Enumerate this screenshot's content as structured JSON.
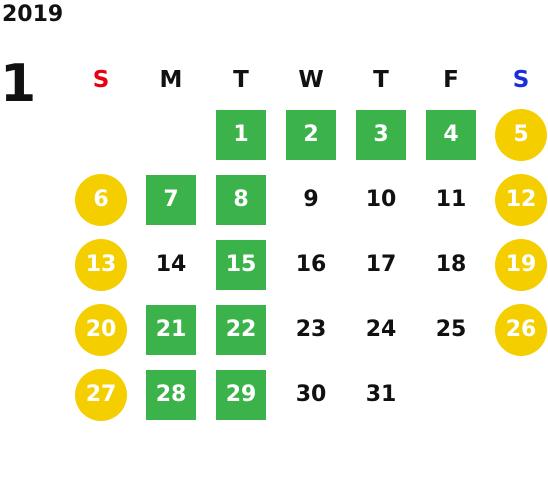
{
  "calendar": {
    "year": "2019",
    "month": "1",
    "weekdays": [
      {
        "label": "S",
        "color": "#e60012"
      },
      {
        "label": "M",
        "color": "#111111"
      },
      {
        "label": "T",
        "color": "#111111"
      },
      {
        "label": "W",
        "color": "#111111"
      },
      {
        "label": "T",
        "color": "#111111"
      },
      {
        "label": "F",
        "color": "#111111"
      },
      {
        "label": "S",
        "color": "#1a2fd8"
      }
    ],
    "weeks": [
      [
        {
          "day": ""
        },
        {
          "day": ""
        },
        {
          "day": "1",
          "style": "green"
        },
        {
          "day": "2",
          "style": "green"
        },
        {
          "day": "3",
          "style": "green"
        },
        {
          "day": "4",
          "style": "green"
        },
        {
          "day": "5",
          "style": "gold"
        }
      ],
      [
        {
          "day": "6",
          "style": "gold"
        },
        {
          "day": "7",
          "style": "green"
        },
        {
          "day": "8",
          "style": "green"
        },
        {
          "day": "9"
        },
        {
          "day": "10"
        },
        {
          "day": "11"
        },
        {
          "day": "12",
          "style": "gold"
        }
      ],
      [
        {
          "day": "13",
          "style": "gold"
        },
        {
          "day": "14"
        },
        {
          "day": "15",
          "style": "green"
        },
        {
          "day": "16"
        },
        {
          "day": "17"
        },
        {
          "day": "18"
        },
        {
          "day": "19",
          "style": "gold"
        }
      ],
      [
        {
          "day": "20",
          "style": "gold"
        },
        {
          "day": "21",
          "style": "green"
        },
        {
          "day": "22",
          "style": "green"
        },
        {
          "day": "23"
        },
        {
          "day": "24"
        },
        {
          "day": "25"
        },
        {
          "day": "26",
          "style": "gold"
        }
      ],
      [
        {
          "day": "27",
          "style": "gold"
        },
        {
          "day": "28",
          "style": "green"
        },
        {
          "day": "29",
          "style": "green"
        },
        {
          "day": "30"
        },
        {
          "day": "31"
        },
        {
          "day": ""
        },
        {
          "day": ""
        }
      ]
    ],
    "colors": {
      "green": "#3cb34a",
      "gold": "#f5ce00"
    }
  }
}
